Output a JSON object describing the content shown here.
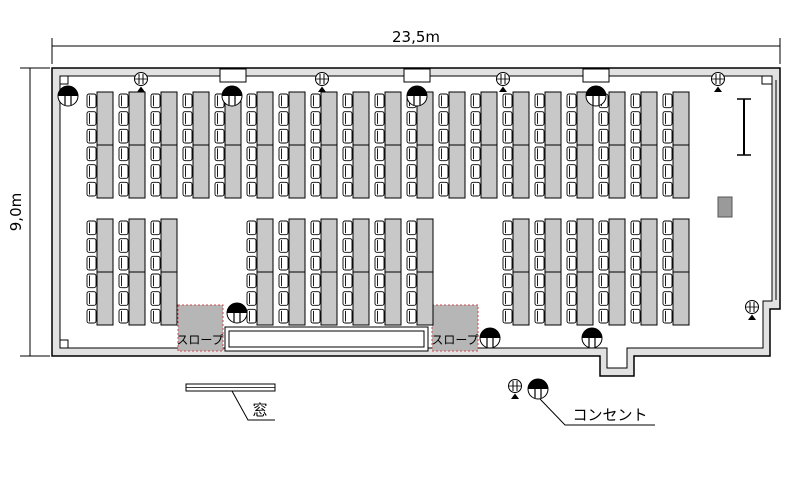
{
  "dimensions": {
    "width": "23,5m",
    "height": "9,0m"
  },
  "slopes": [
    {
      "label": "スロープ"
    },
    {
      "label": "スロープ"
    }
  ],
  "legend": {
    "window": "窓",
    "outlet": "コンセント"
  },
  "icons": {
    "wall_outlet": "wall-outlet-icon",
    "floor_outlet": "floor-outlet-icon",
    "window": "window-symbol"
  },
  "colors": {
    "desk": "#c8c8c8",
    "wall": "#e2e2e2",
    "slope": "#b6b6b6",
    "slope_border": "#d04848"
  }
}
